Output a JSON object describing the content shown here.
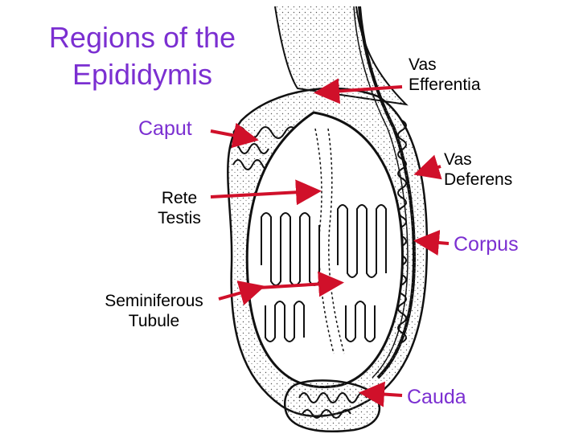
{
  "slide": {
    "title_line1": "Regions of the",
    "title_line2": "Epididymis"
  },
  "labels": {
    "vas_efferentia": [
      "Vas",
      "Efferentia"
    ],
    "caput": "Caput",
    "vas_deferens": [
      "Vas",
      "Deferens"
    ],
    "rete_testis": [
      "Rete",
      "Testis"
    ],
    "corpus": "Corpus",
    "seminiferous_tubule": [
      "Seminiferous",
      "Tubule"
    ],
    "cauda": "Cauda"
  },
  "colors": {
    "title": "#7b2fd1",
    "region_label": "#7b2fd1",
    "arrow": "#d0102a",
    "drawing": "#111111"
  }
}
